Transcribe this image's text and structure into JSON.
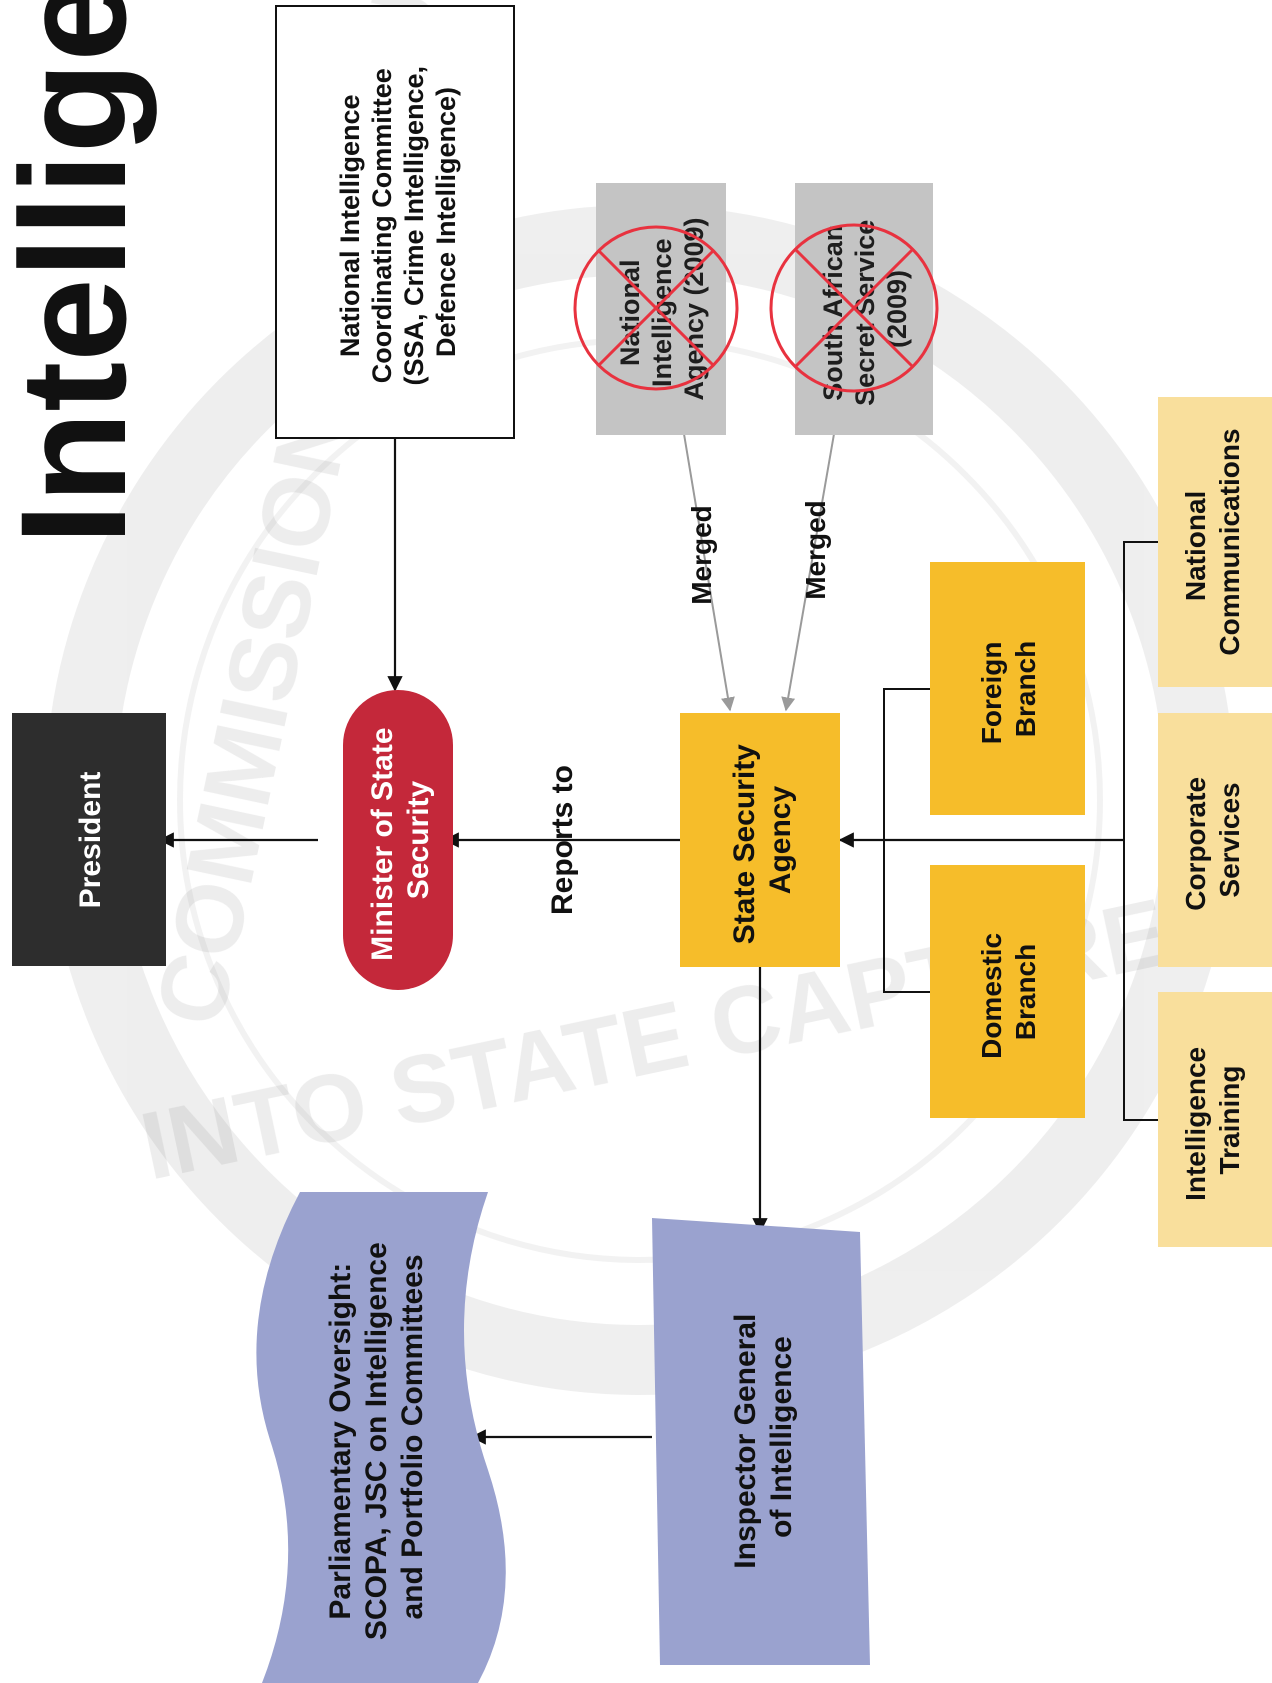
{
  "title": "Intelligen",
  "nodes": {
    "president": "President",
    "minister": [
      "Minister of State",
      "Security"
    ],
    "nicoc": [
      "National Intelligence",
      "Coordinating Committee",
      "(SSA, Crime Intelligence,",
      "Defence Intelligence)"
    ],
    "nia": [
      "National",
      "Intelligence",
      "Agency (2009)"
    ],
    "sass": [
      "South African",
      "Secret Service",
      "(2009)"
    ],
    "ssa": [
      "State Security",
      "Agency"
    ],
    "foreign": [
      "Foreign",
      "Branch"
    ],
    "domestic": [
      "Domestic",
      "Branch"
    ],
    "natcomms": [
      "National",
      "Communications"
    ],
    "corporate": [
      "Corporate",
      "Services"
    ],
    "training": [
      "Intelligence",
      "Training"
    ],
    "igi": [
      "Inspector General",
      "of Intelligence"
    ],
    "parliament": [
      "Parliamentary Oversight:",
      "SCOPA, JSC on Intelligence",
      "and Portfolio Committees"
    ]
  },
  "edge_labels": {
    "reports_to": "Reports to",
    "merged_nia": "Merged",
    "merged_sass": "Merged"
  },
  "watermark": [
    "COMMISSION OF INQUIRY",
    "INTO STATE CAPTURE"
  ],
  "colors": {
    "president": "#2d2d2d",
    "minister": "#c4283a",
    "gold": "#f6bd2a",
    "pale_gold": "#f9df9c",
    "dissolved": "#c4c4c4",
    "cross": "#e8323f",
    "oversight": "#9aa2cf"
  }
}
